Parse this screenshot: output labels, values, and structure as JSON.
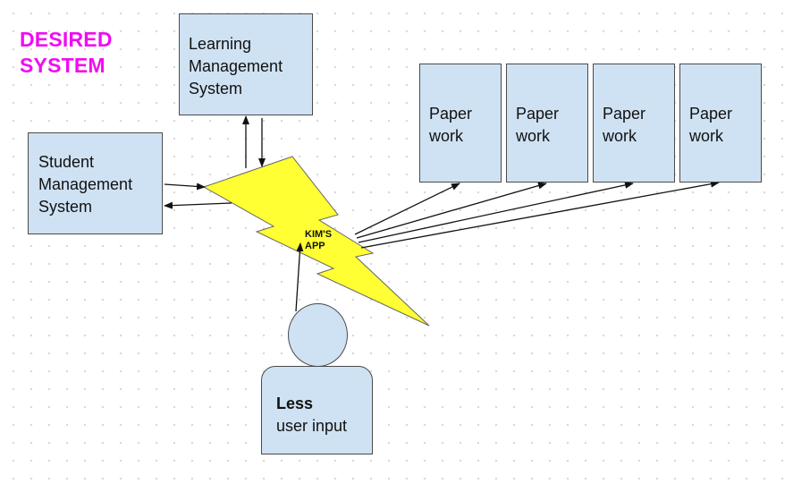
{
  "title": {
    "line1": "DESIRED",
    "line2": "SYSTEM",
    "color": "#f00cf0"
  },
  "lms": {
    "line1": "Learning",
    "line2": "Management",
    "line3": "System"
  },
  "sms": {
    "line1": "Student",
    "line2": "Management",
    "line3": "System"
  },
  "paperwork": [
    {
      "line1": "Paper",
      "line2": "work"
    },
    {
      "line1": "Paper",
      "line2": "work"
    },
    {
      "line1": "Paper",
      "line2": "work"
    },
    {
      "line1": "Paper",
      "line2": "work"
    }
  ],
  "app": {
    "line1": "KIM'S",
    "line2": "APP",
    "color": "#ffff33"
  },
  "user": {
    "line1": "Less",
    "line2": "user input"
  },
  "colors": {
    "box_fill": "#cfe2f3",
    "outline": "#4a4a4a"
  }
}
